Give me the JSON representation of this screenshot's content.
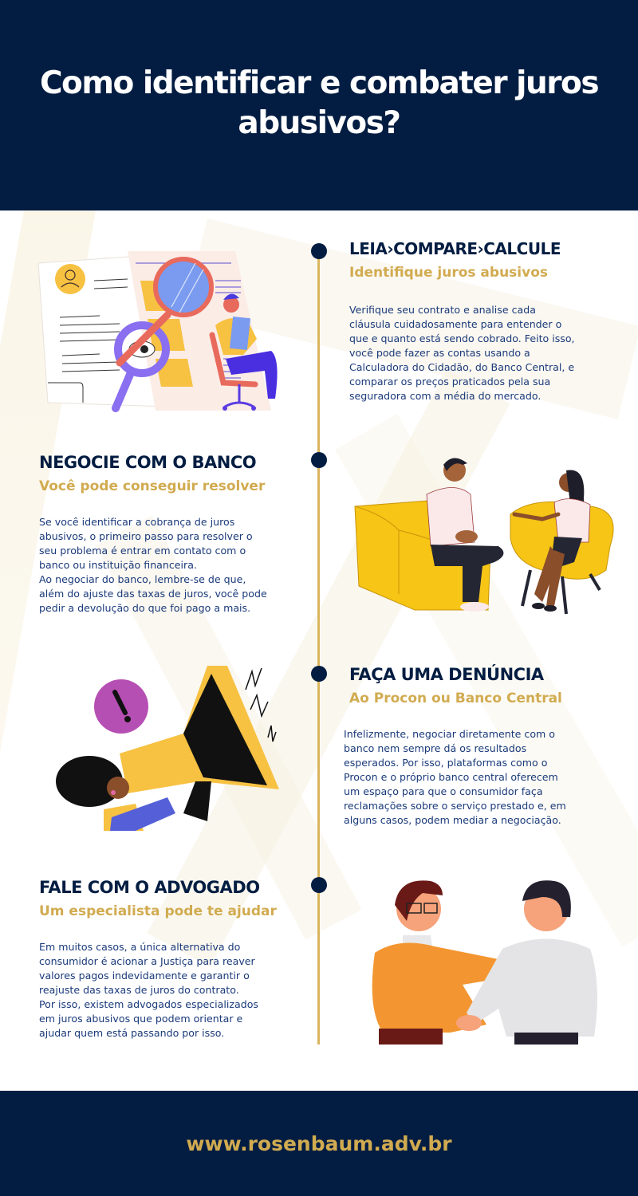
{
  "header": {
    "title": "Como identificar e combater juros abusivos?"
  },
  "sections": [
    {
      "title": "LEIA›COMPARE›CALCULE",
      "subtitle": "Identifique juros abusivos",
      "body": "Verifique seu contrato e analise cada\ncláusula cuidadosamente para entender o\nque e quanto está sendo cobrado. Feito isso,\nvocê pode fazer as contas usando a\nCalculadora do Cidadão, do Banco Central, e\ncomparar os preços praticados pela sua\nseguradora com a média do mercado.",
      "illustration": "document-magnifier-woman-illustration"
    },
    {
      "title": "NEGOCIE COM O BANCO",
      "subtitle": "Você pode conseguir resolver",
      "body": "Se você identificar a cobrança de juros\nabusivos, o primeiro passo para resolver o\nseu problema é entrar em contato com o\nbanco ou instituição financeira.\nAo negociar do banco, lembre-se de que,\nalém do ajuste das taxas de juros, você pode\npedir a devolução do que foi pago a mais.",
      "illustration": "two-people-armchairs-illustration"
    },
    {
      "title": "FAÇA UMA DENÚNCIA",
      "subtitle": "Ao Procon ou Banco Central",
      "body": "Infelizmente, negociar diretamente com o\nbanco nem sempre dá os resultados\nesperados. Por isso, plataformas como o\nProcon e o próprio banco central oferecem\num espaço para que o consumidor faça\nreclamações sobre o serviço prestado e, em\nalguns casos, podem mediar a negociação.",
      "illustration": "megaphone-woman-illustration"
    },
    {
      "title": "FALE COM O ADVOGADO",
      "subtitle": "Um especialista pode te ajudar",
      "body": "Em muitos casos, a única alternativa do\nconsumidor é acionar a Justiça para reaver\nvalores pagos indevidamente e garantir o\nreajuste das taxas de juros do contrato.\nPor isso, existem advogados especializados\nem juros abusivos que podem orientar e\najudar quem está passando por isso.",
      "illustration": "handshake-illustration"
    }
  ],
  "footer": {
    "url": "www.rosenbaum.adv.br"
  },
  "colors": {
    "navy": "#031d42",
    "gold": "#d1ab50",
    "body_text": "#1a3a7a",
    "timeline": "#d9b55e"
  }
}
